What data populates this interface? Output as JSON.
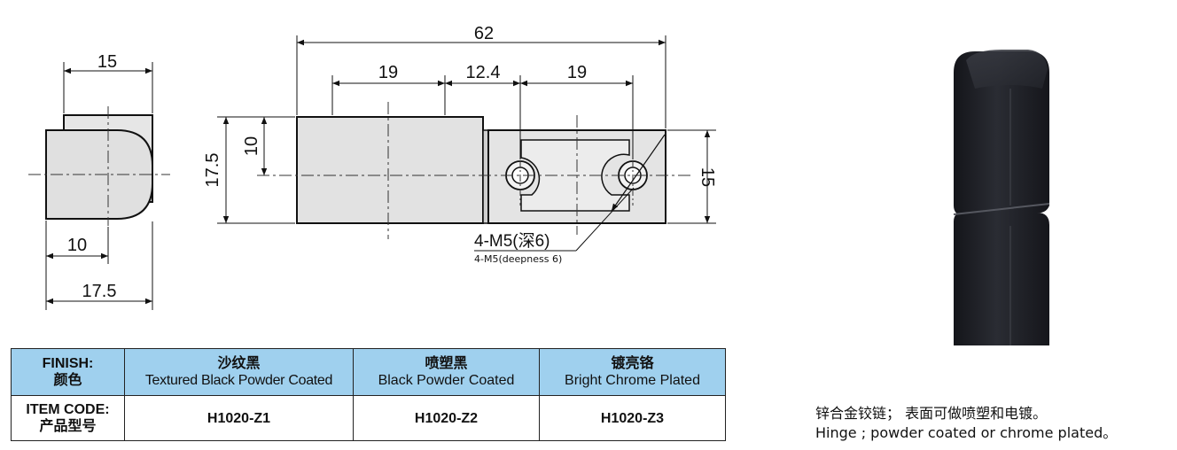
{
  "drawing": {
    "side_view": {
      "dims": {
        "width_top": "15",
        "width_inner": "10",
        "width_total": "17.5"
      }
    },
    "front_view": {
      "dims": {
        "overall_length": "62",
        "hole_pitch_left": "19",
        "gap": "12.4",
        "hole_pitch_right": "19",
        "height_left": "17.5",
        "height_inner": "10",
        "height_right": "15"
      },
      "hole_callout": "4-M5(深6)",
      "hole_callout_en": "4-M5(deepness 6)"
    }
  },
  "finish_table": {
    "finish_label_en": "FINISH:",
    "finish_label_cn": "颜色",
    "item_code_label_en": "ITEM CODE:",
    "item_code_label_cn": "产品型号",
    "columns": [
      {
        "name_cn": "沙纹黑",
        "name_en": "Textured Black Powder Coated",
        "code": "H1020-Z1"
      },
      {
        "name_cn": "喷塑黑",
        "name_en": "Black Powder Coated",
        "code": "H1020-Z2"
      },
      {
        "name_cn": "镀亮铬",
        "name_en": "Bright Chrome Plated",
        "code": "H1020-Z3"
      }
    ],
    "header_color": "#9fd0ee"
  },
  "caption": {
    "cn": "锌合金铰链； 表面可做喷塑和电镀。",
    "en": "Hinge ; powder coated or chrome plated。"
  },
  "product_color": "#1c1d22"
}
